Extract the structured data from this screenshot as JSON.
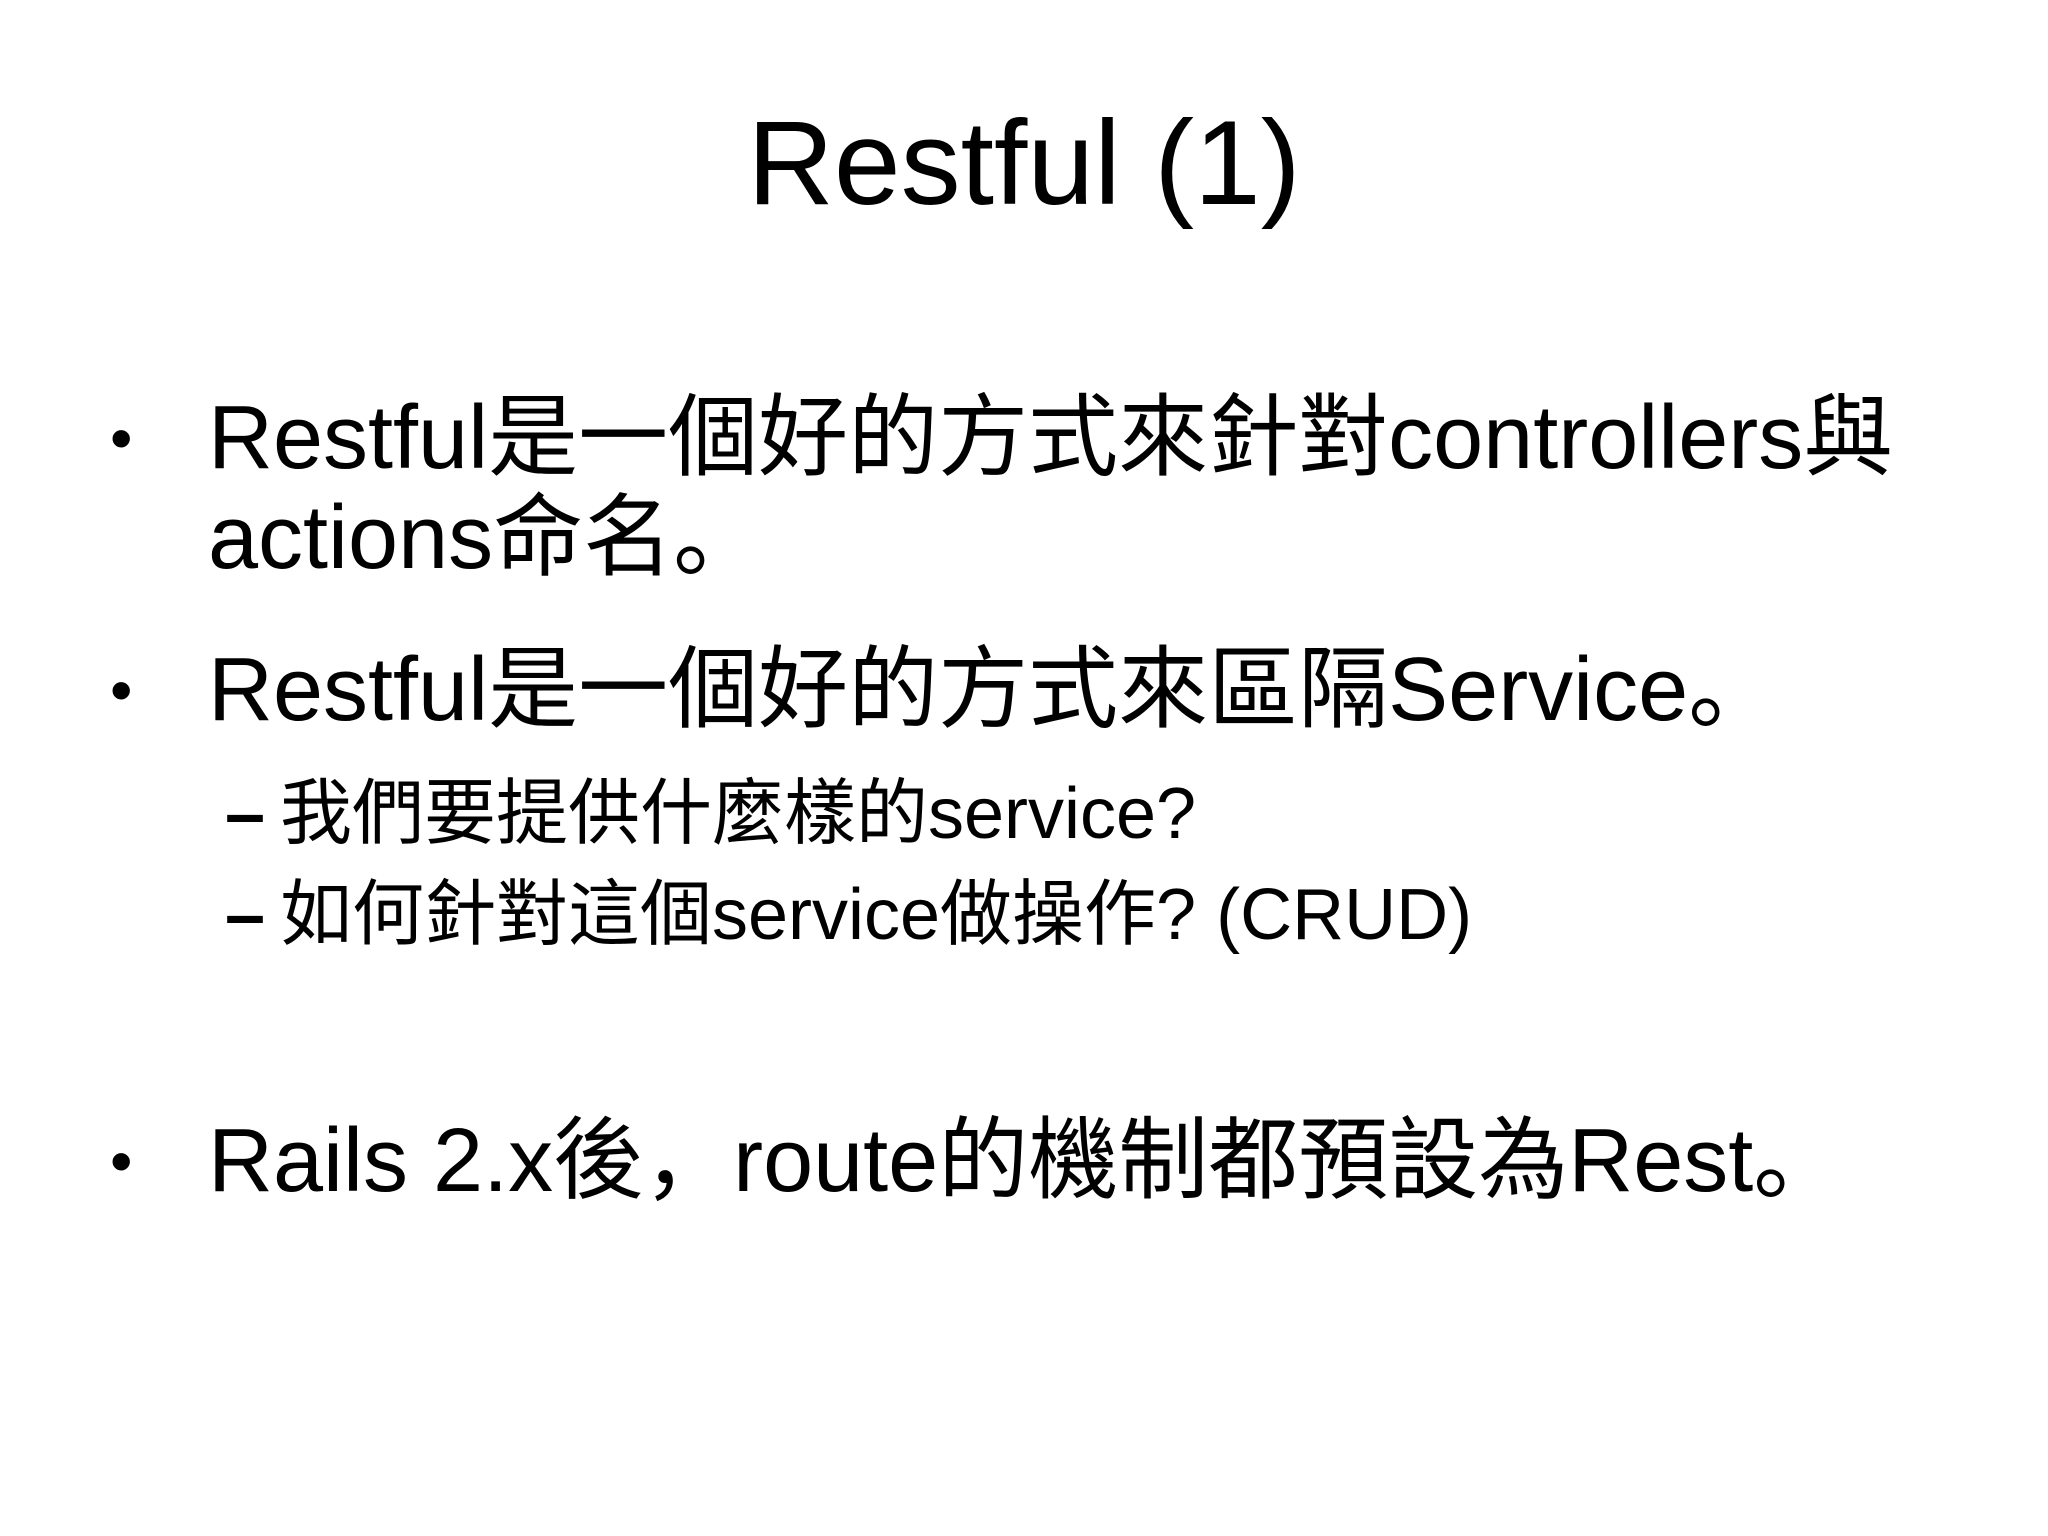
{
  "slide": {
    "background_color": "#ffffff",
    "text_color": "#000000",
    "title": "Restful (1)",
    "markers": {
      "level1": "•",
      "level2": "–"
    },
    "bullets": [
      {
        "level": 1,
        "text": "Restful是一個好的方式來針對controllers與actions命名。"
      },
      {
        "level": 1,
        "text": "Restful是一個好的方式來區隔Service。"
      },
      {
        "level": 2,
        "text": "我們要提供什麼樣的service?"
      },
      {
        "level": 2,
        "text": "如何針對這個service做操作? (CRUD)"
      },
      {
        "level": 1,
        "text": "Rails 2.x後，route的機制都預設為Rest。"
      }
    ]
  }
}
